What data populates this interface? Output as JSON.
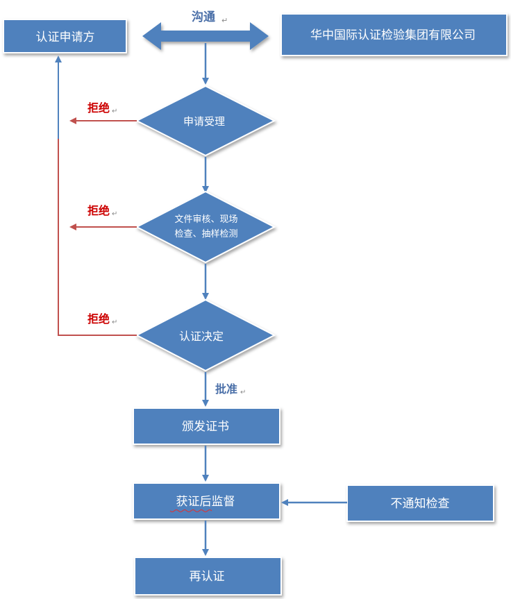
{
  "labels": {
    "communicate": "沟通",
    "approve": "批准",
    "reject_1": "拒绝",
    "reject_2": "拒绝",
    "reject_3": "拒绝"
  },
  "nodes": {
    "applicant": "认证申请方",
    "company": "华中国际认证检验集团有限公司",
    "accept": "申请受理",
    "review_line1": "文件审核、现场",
    "review_line2": "检查、抽样检测",
    "decision": "认证决定",
    "issue": "颁发证书",
    "supervise": "获证后监督",
    "unannounced": "不通知检查",
    "recert": "再认证"
  },
  "colors": {
    "box_fill": "#4f81bd",
    "box_stroke": "#ffffff",
    "arrow_blue": "#4f81bd",
    "arrow_red": "#c0504d",
    "text_red": "#cc0000"
  }
}
